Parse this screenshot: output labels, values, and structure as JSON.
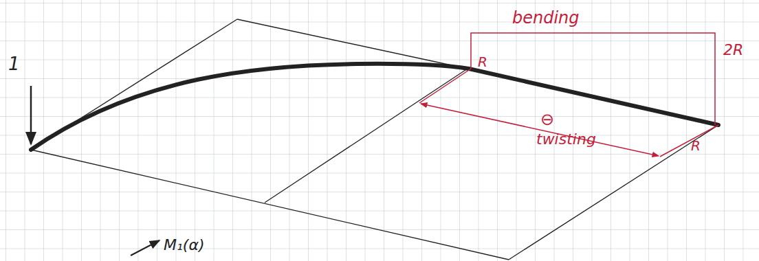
{
  "diagram": {
    "labels": [
      "1",
      "bending",
      "2R",
      "R",
      "⊖",
      "twisting",
      "R",
      "M₁(α)"
    ]
  }
}
